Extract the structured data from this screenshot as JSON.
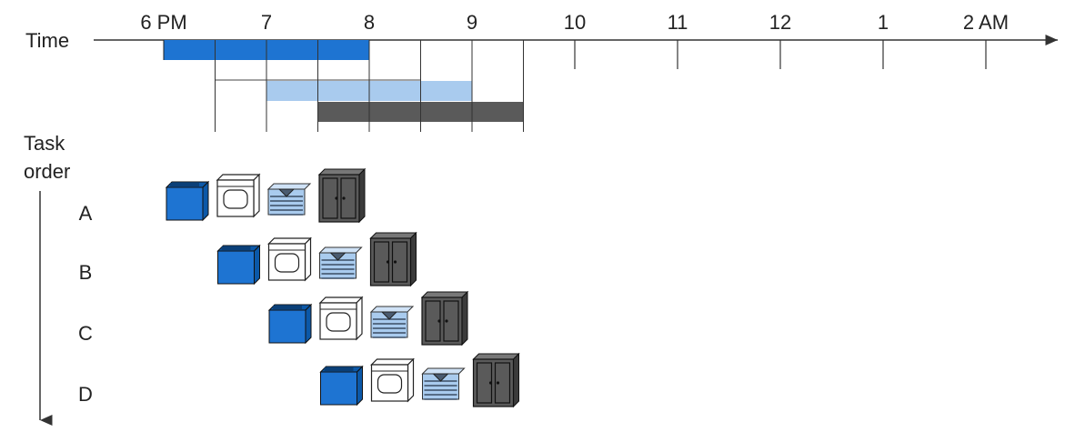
{
  "time_axis": {
    "label": "Time",
    "ticks": [
      "6 PM",
      "7",
      "8",
      "9",
      "10",
      "11",
      "12",
      "1",
      "2 AM"
    ]
  },
  "task_order": {
    "label_line1": "Task",
    "label_line2": "order",
    "tasks": [
      "A",
      "B",
      "C",
      "D"
    ]
  },
  "stages": [
    {
      "name": "washer-icon",
      "color": "#1e74d2"
    },
    {
      "name": "dryer-icon",
      "color": "#ffffff"
    },
    {
      "name": "folding-icon",
      "color": "#a9cbee"
    },
    {
      "name": "closet-icon",
      "color": "#5a5a5a"
    }
  ],
  "stage_slot_hours": 0.5,
  "task_start_offset_hours": 0.5
}
